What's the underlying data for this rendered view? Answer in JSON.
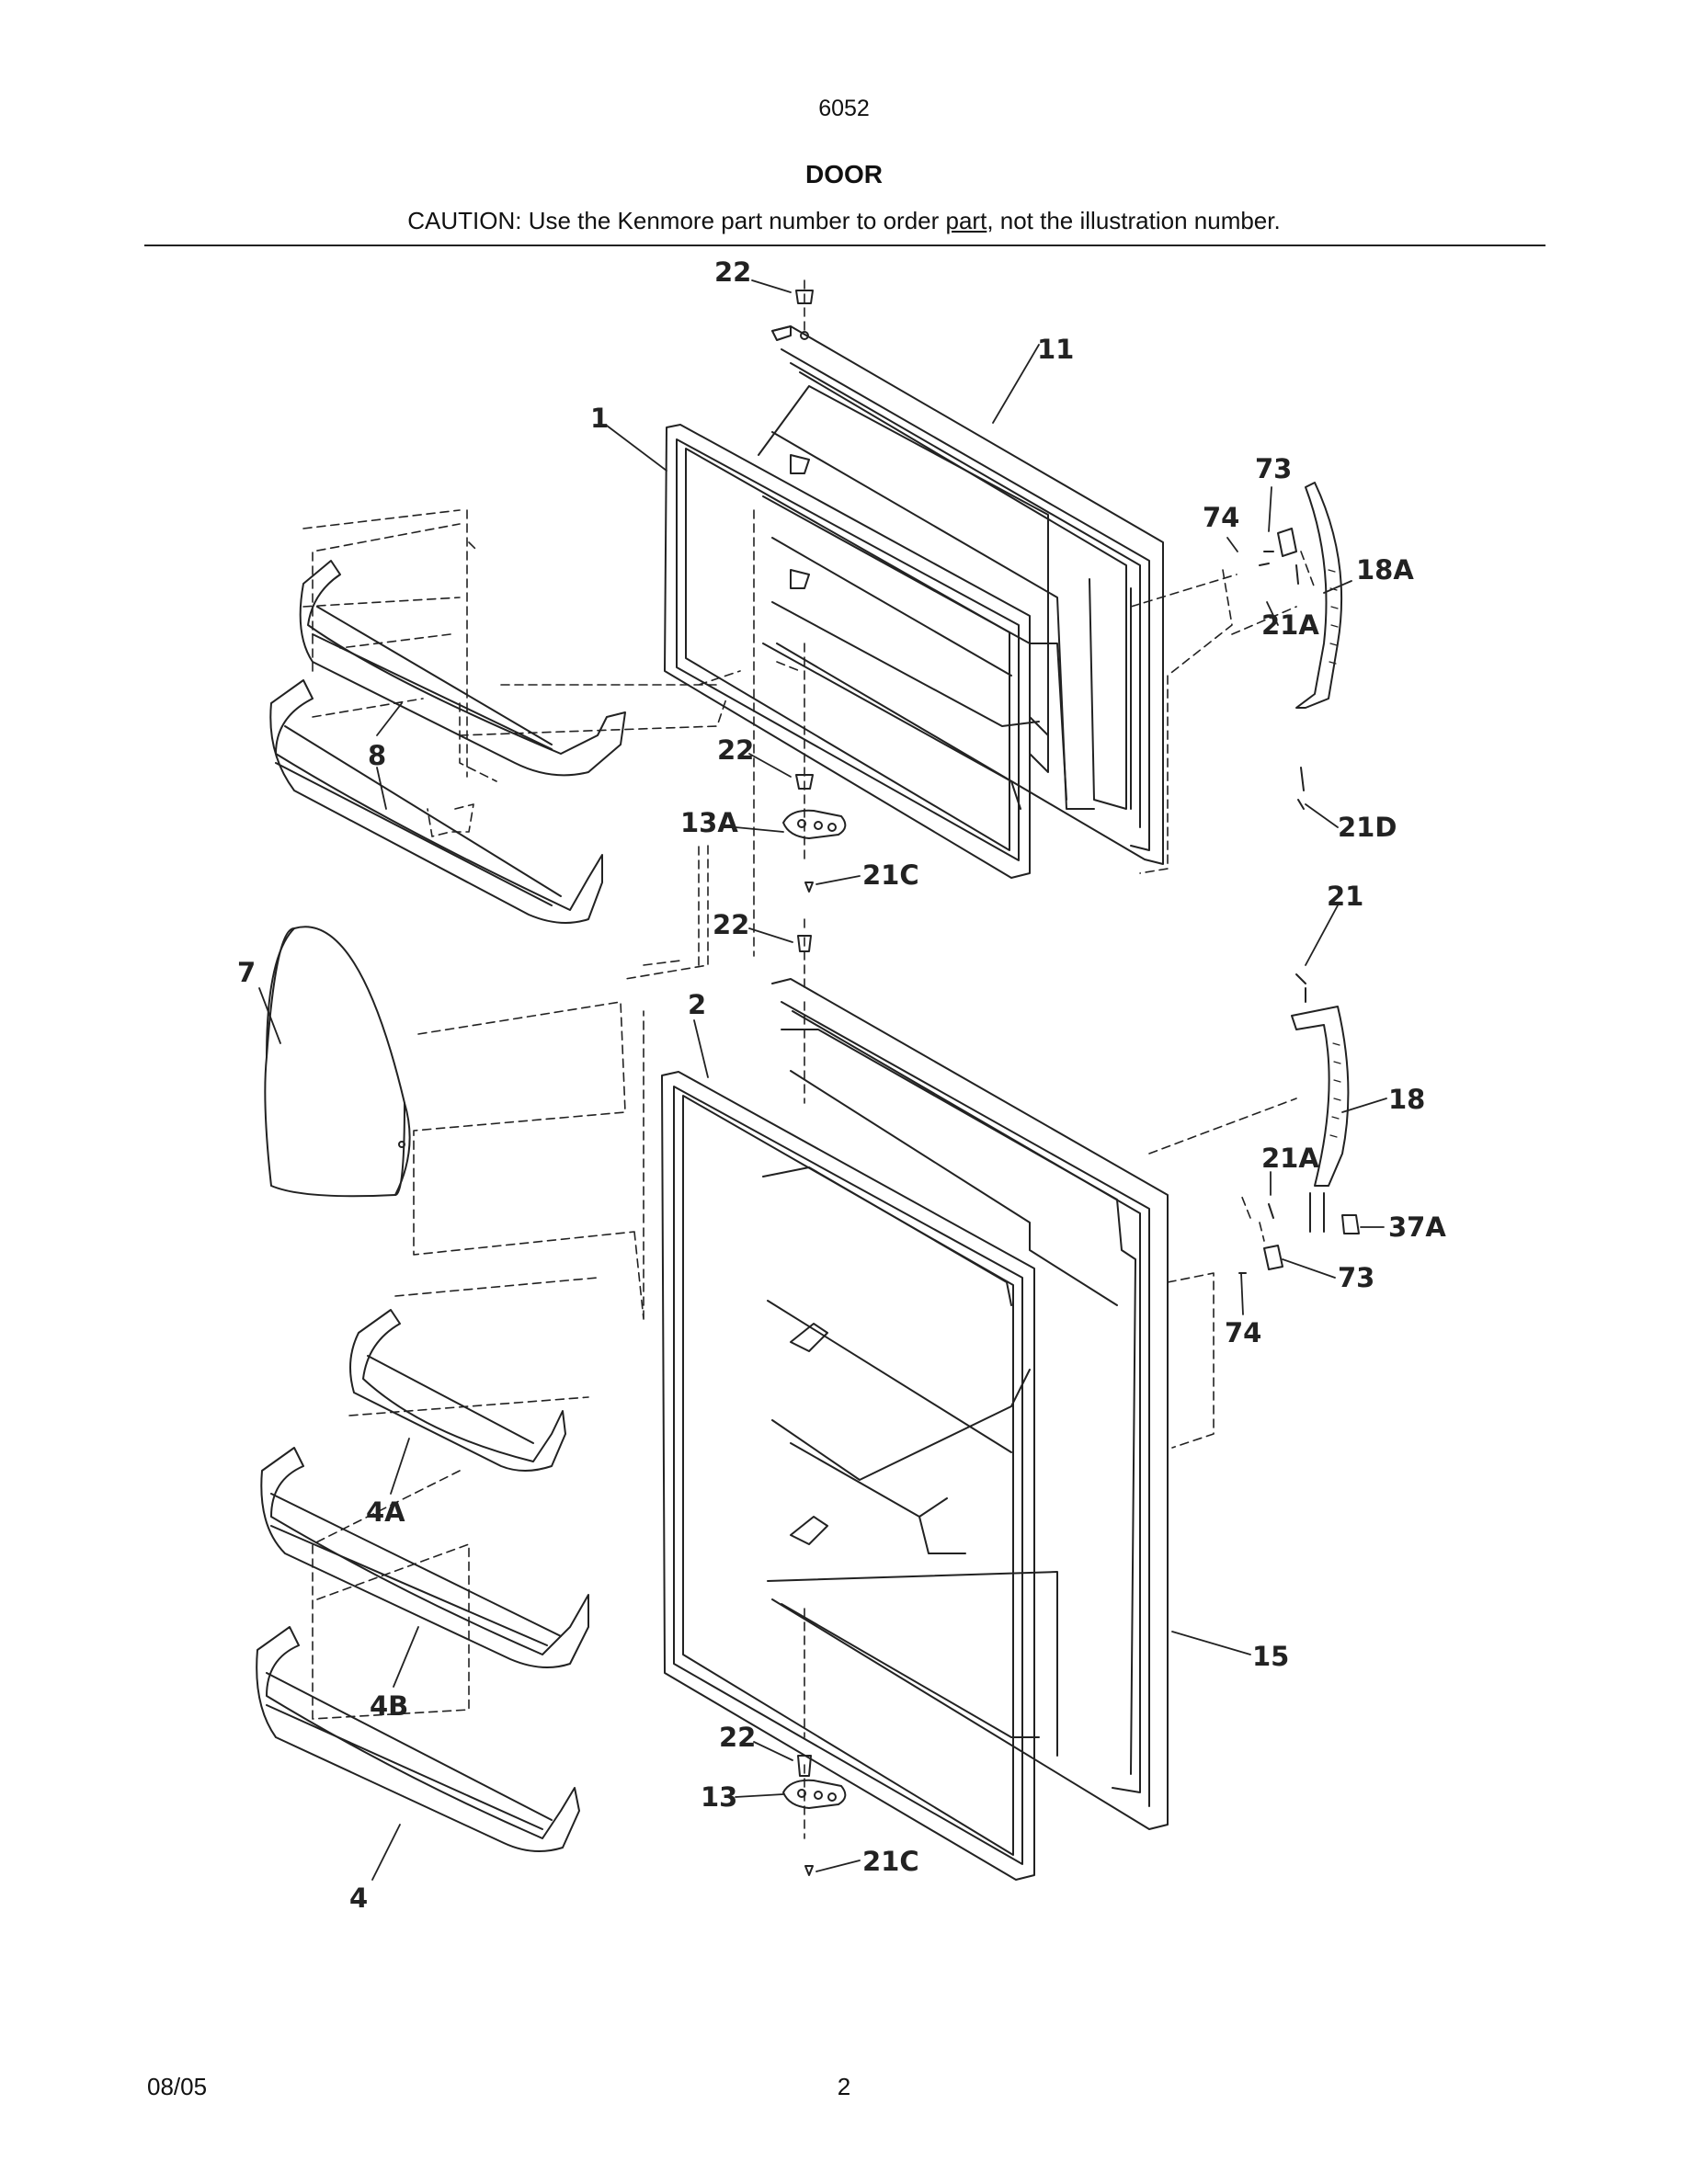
{
  "header": {
    "model": "6052",
    "title": "DOOR",
    "caution_prefix": "CAUTION: Use the Kenmore part number to order ",
    "caution_link": "part",
    "caution_suffix": ", not the illustration number."
  },
  "callouts": [
    "22",
    "11",
    "1",
    "73",
    "74",
    "18A",
    "21A",
    "8",
    "22",
    "13A",
    "21C",
    "21D",
    "21",
    "22",
    "7",
    "2",
    "18",
    "21A",
    "37A",
    "73",
    "74",
    "4A",
    "15",
    "4B",
    "22",
    "13",
    "21C",
    "4"
  ],
  "footer": {
    "date": "08/05",
    "page": "2"
  }
}
